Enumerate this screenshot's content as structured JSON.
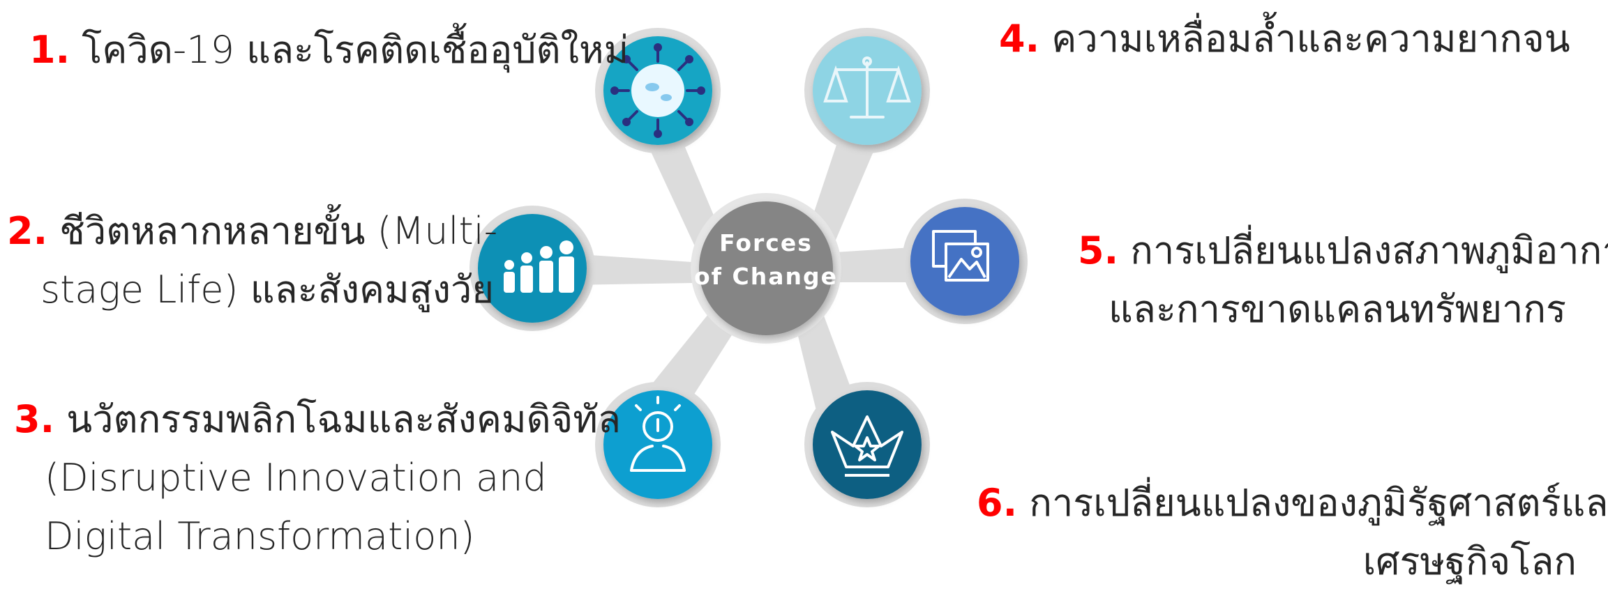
{
  "hub": {
    "center_lines": [
      "Forces",
      "of Change"
    ],
    "colors": {
      "connector": "#dcdcdc",
      "center": "#858585",
      "node1": "#12a5c4",
      "node2": "#0b90b5",
      "node3": "#0a9fd0",
      "node4": "#8ed4e4",
      "node5": "#4472c4",
      "node6": "#115e82",
      "number": "#ff0000",
      "text": "#262626"
    }
  },
  "items": [
    {
      "num": "1",
      "punct": ".",
      "lines": [
        "โควิด-19 และโรคติดเชื้ออุบัติใหม่"
      ],
      "icon": "virus-icon"
    },
    {
      "num": "2",
      "punct": ".",
      "lines": [
        "ชีวิตหลากหลายขั้น (Multi-",
        "stage Life) และสังคมสูงวัย"
      ],
      "icon": "family-icon"
    },
    {
      "num": "3",
      "punct": ".",
      "lines": [
        "นวัตกรรมพลิกโฉมและสังคมดิจิทัล",
        "(Disruptive Innovation and",
        "Digital Transformation)"
      ],
      "icon": "idea-person-icon"
    },
    {
      "num": "4",
      "punct": ".",
      "lines": [
        "ความเหลื่อมล้ำและความยากจน"
      ],
      "icon": "scales-icon"
    },
    {
      "num": "5",
      "punct": ".",
      "lines": [
        "การเปลี่ยนแปลงสภาพภูมิอากาศ",
        "และการขาดแคลนทรัพยากร"
      ],
      "icon": "landscape-pictures-icon"
    },
    {
      "num": "6",
      "punct": ".",
      "lines": [
        "การเปลี่ยนแปลงของภูมิรัฐศาสตร์และ",
        "เศรษฐกิจโลก"
      ],
      "icon": "crown-icon"
    }
  ]
}
